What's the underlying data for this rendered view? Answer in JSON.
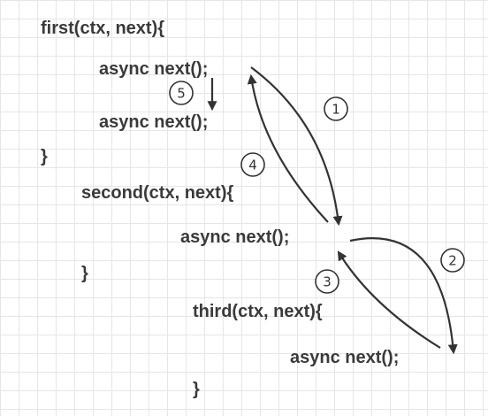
{
  "code_lines": {
    "first_open": "first(ctx, next){",
    "first_next1": "async next();",
    "first_next2": "async next();",
    "first_close": "}",
    "second_open": "second(ctx, next){",
    "second_next": "async next();",
    "second_close": "}",
    "third_open": "third(ctx, next){",
    "third_next": "async next();",
    "third_close": "}"
  },
  "steps": [
    "1",
    "2",
    "3",
    "4",
    "5"
  ]
}
